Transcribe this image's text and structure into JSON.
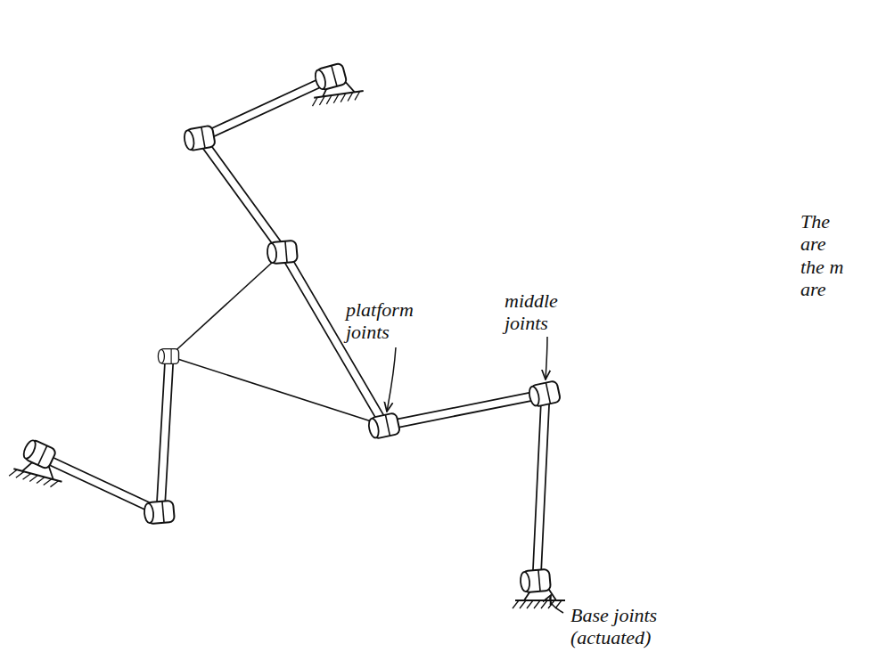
{
  "diagram": {
    "labels": [
      "platform joints",
      "middle joints",
      "Base joints (actuated)",
      "The are the m are"
    ]
  }
}
